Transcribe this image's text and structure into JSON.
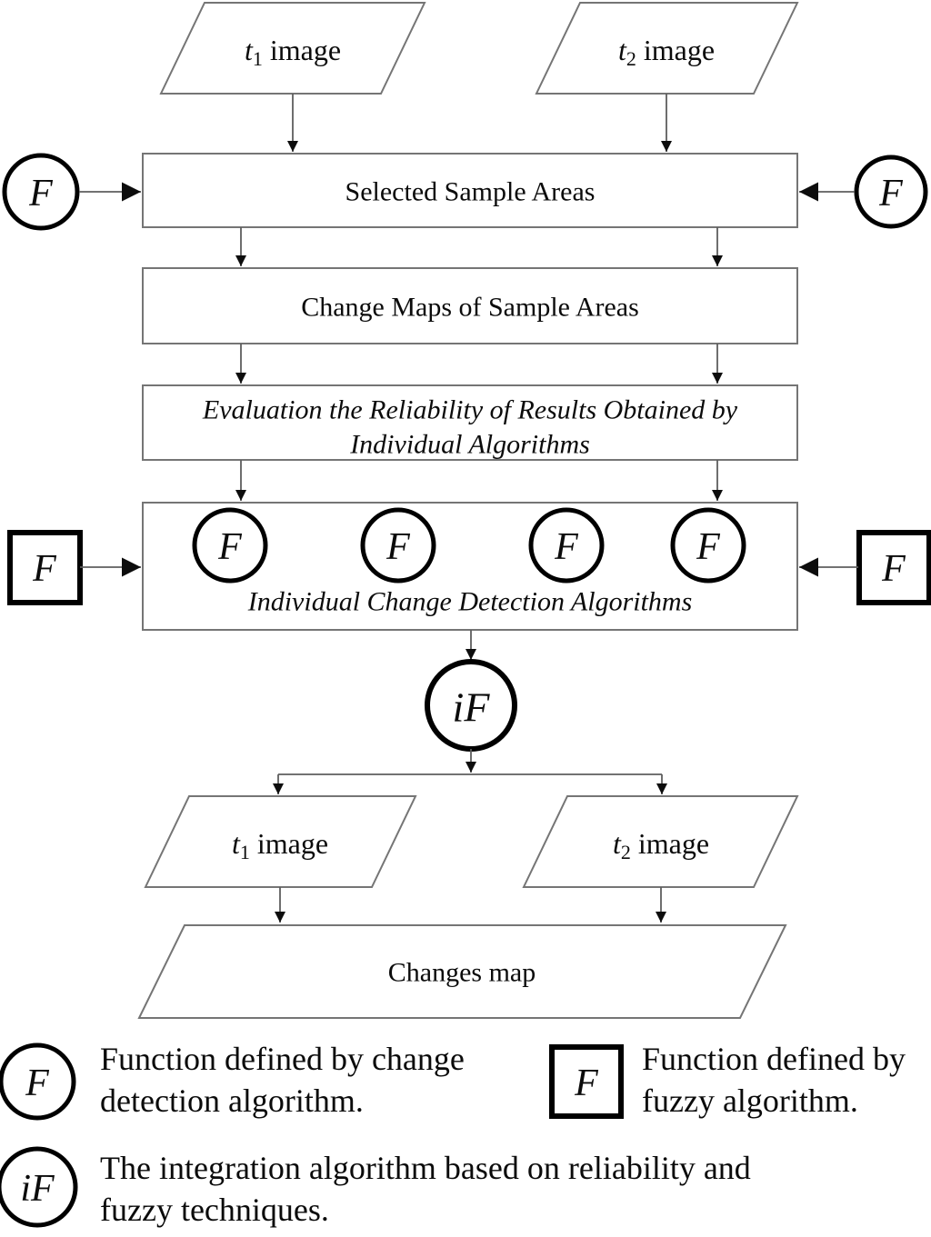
{
  "symbols": {
    "f": "F",
    "if": "iF"
  },
  "nodes": {
    "t1_top": {
      "t": "t",
      "sub": "1",
      "rest": " image"
    },
    "t2_top": {
      "t": "t",
      "sub": "2",
      "rest": " image"
    },
    "selected_sample_areas": "Selected Sample Areas",
    "change_maps": "Change Maps of Sample Areas",
    "evaluation_line1": "Evaluation the Reliability of Results Obtained by",
    "evaluation_line2": "Individual Algorithms",
    "individual_algorithms": "Individual Change Detection Algorithms",
    "t1_bottom": {
      "t": "t",
      "sub": "1",
      "rest": " image"
    },
    "t2_bottom": {
      "t": "t",
      "sub": "2",
      "rest": " image"
    },
    "changes_map": "Changes map"
  },
  "legend": {
    "circle_f": {
      "symbol": "F",
      "line1": "Function defined by change",
      "line2": "detection algorithm."
    },
    "square_f": {
      "symbol": "F",
      "line1": "Function defined by",
      "line2": "fuzzy algorithm."
    },
    "circle_if": {
      "symbol": "iF",
      "line1": "The integration algorithm based on reliability and",
      "line2": "fuzzy techniques."
    }
  },
  "colors": {
    "thin_stroke": "#757575",
    "thick_stroke": "#000000",
    "text": "#0b0b0b",
    "background": "#ffffff"
  }
}
